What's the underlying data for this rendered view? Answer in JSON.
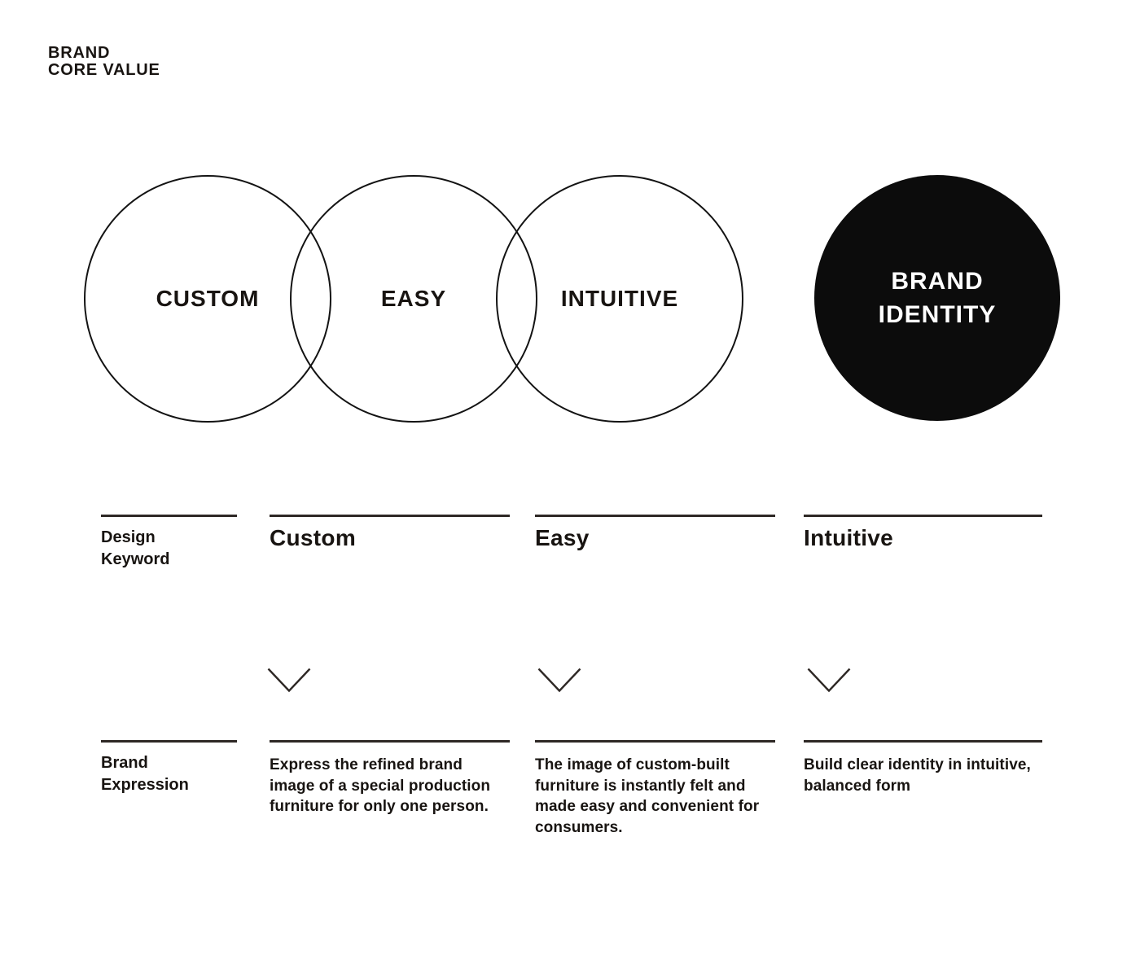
{
  "title": {
    "line1": "BRAND",
    "line2": "CORE VALUE"
  },
  "venn": {
    "circle1_label": "CUSTOM",
    "circle2_label": "EASY",
    "circle3_label": "INTUITIVE",
    "identity_line1": "BRAND",
    "identity_line2": "IDENTITY"
  },
  "keyword_row": {
    "label_line1": "Design",
    "label_line2": "Keyword",
    "col1": "Custom",
    "col2": "Easy",
    "col3": "Intuitive"
  },
  "expression_row": {
    "label_line1": "Brand",
    "label_line2": "Expression",
    "col1": "Express the refined brand image of a special production furniture for only one person.",
    "col2": "The image of custom-built furniture is instantly felt and made easy and convenient for consumers.",
    "col3": "Build clear identity in intuitive, balanced form"
  },
  "colors": {
    "text": "#181411",
    "rule_line": "#2e2825",
    "circle_stroke": "#131313",
    "identity_fill": "#0c0c0c",
    "identity_text": "#ffffff",
    "background": "#ffffff"
  }
}
